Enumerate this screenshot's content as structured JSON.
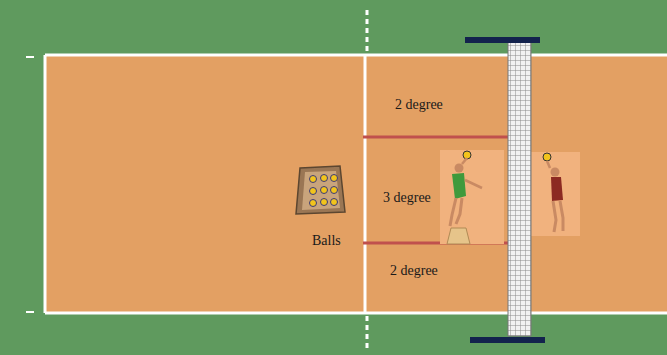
{
  "diagram": {
    "labels": [
      "2 degree",
      "3 degree",
      "Balls",
      "2 degree"
    ]
  }
}
